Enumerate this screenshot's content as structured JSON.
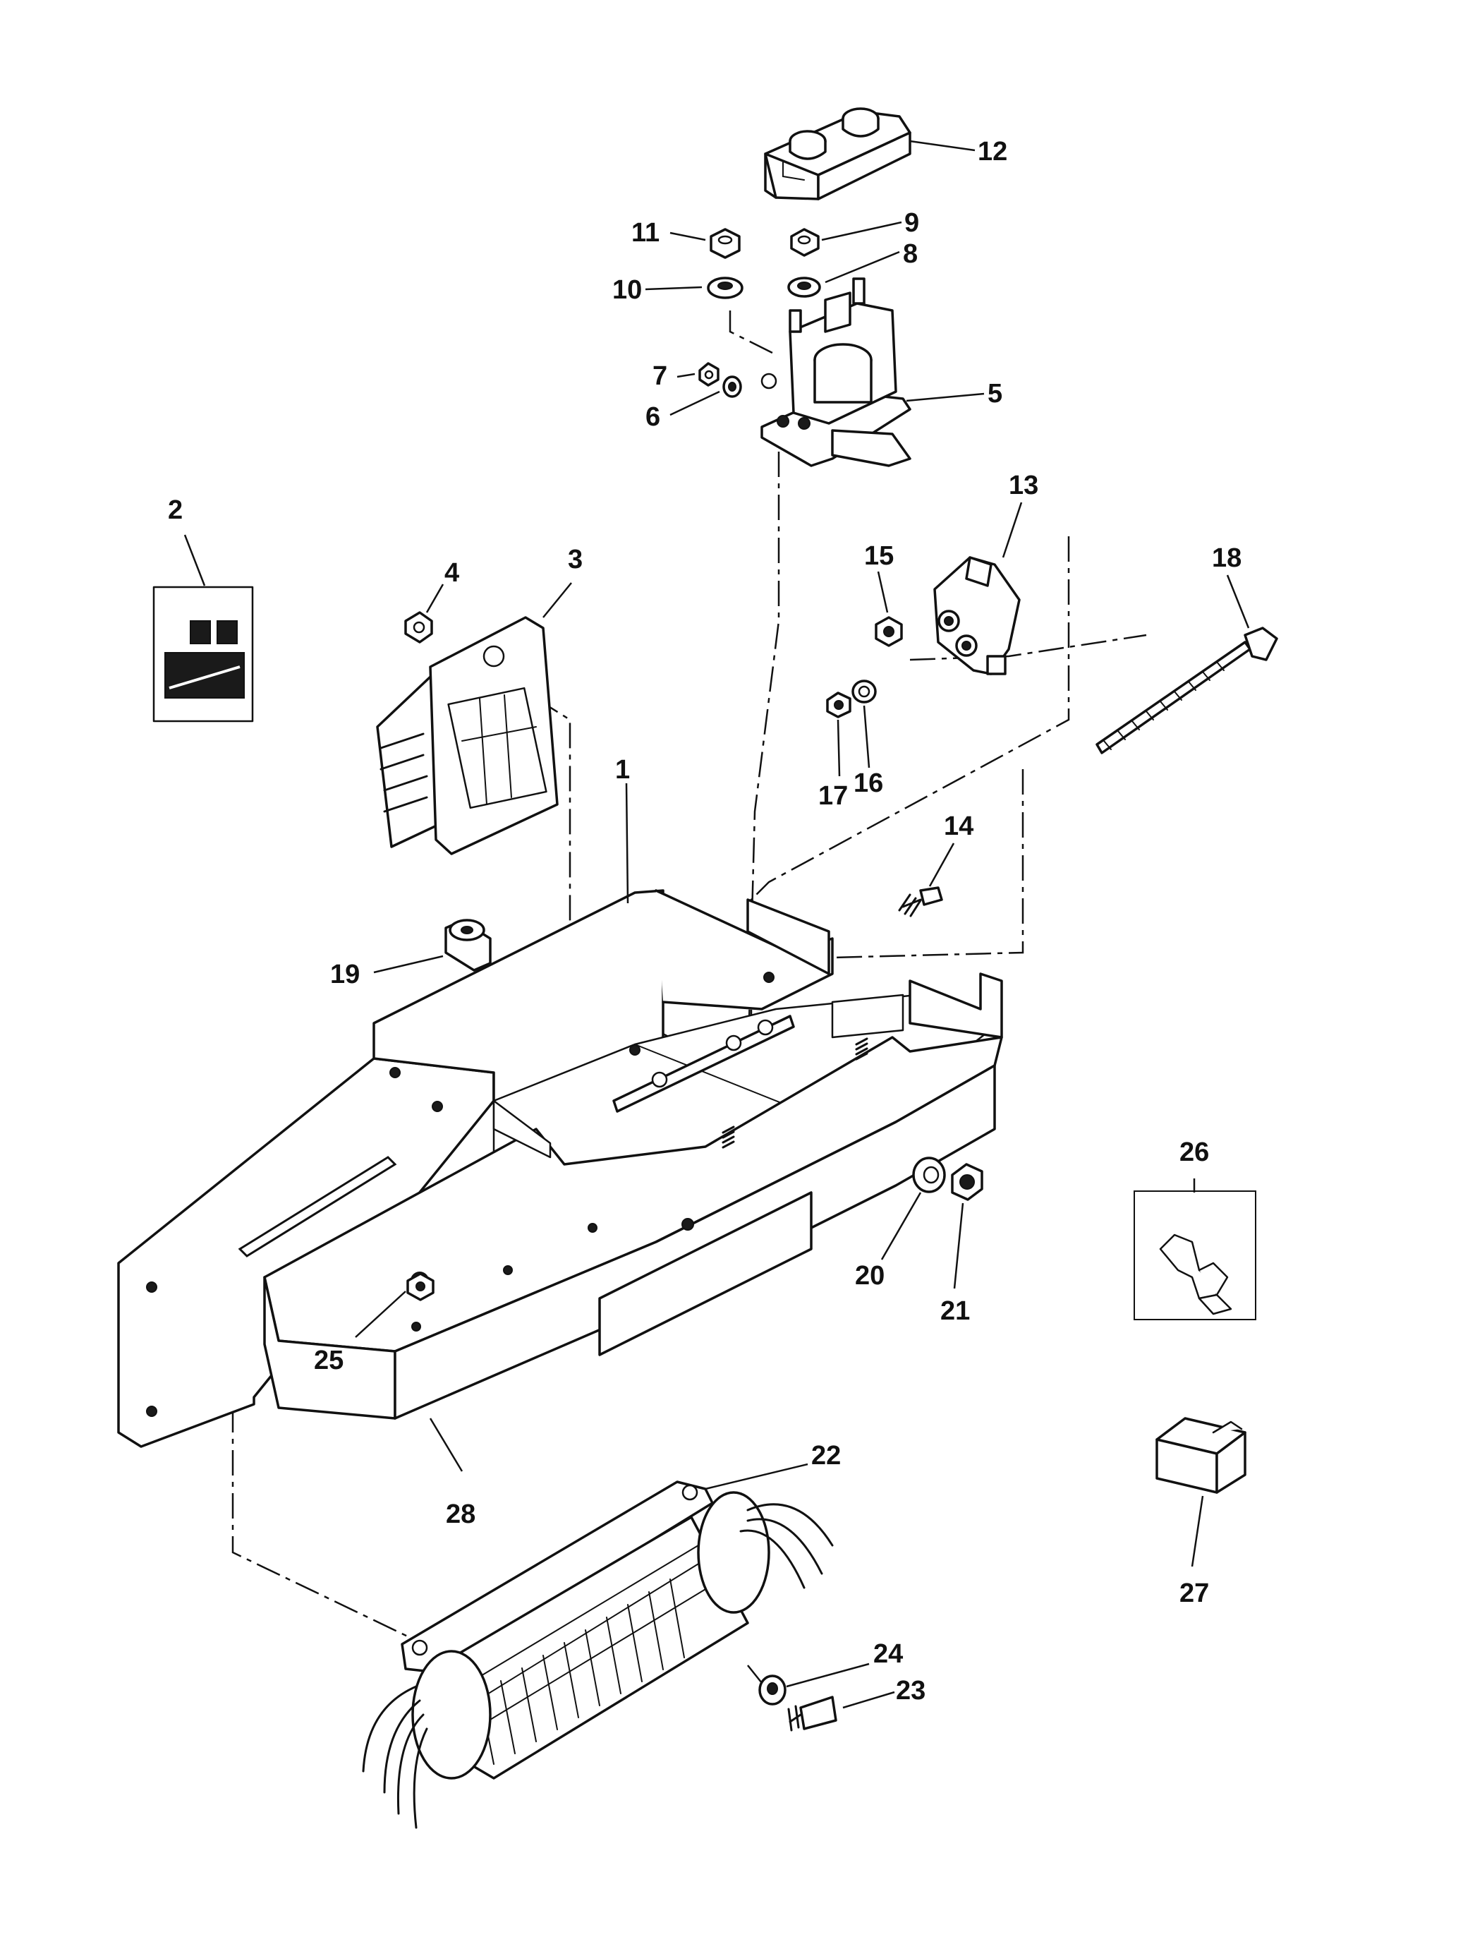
{
  "callouts": [
    "1",
    "2",
    "3",
    "4",
    "5",
    "6",
    "7",
    "8",
    "9",
    "10",
    "11",
    "12",
    "13",
    "14",
    "15",
    "16",
    "17",
    "18",
    "19",
    "20",
    "21",
    "22",
    "23",
    "24",
    "25",
    "26",
    "27",
    "28"
  ],
  "colors": {
    "ink": "#111111",
    "paper": "#ffffff"
  }
}
